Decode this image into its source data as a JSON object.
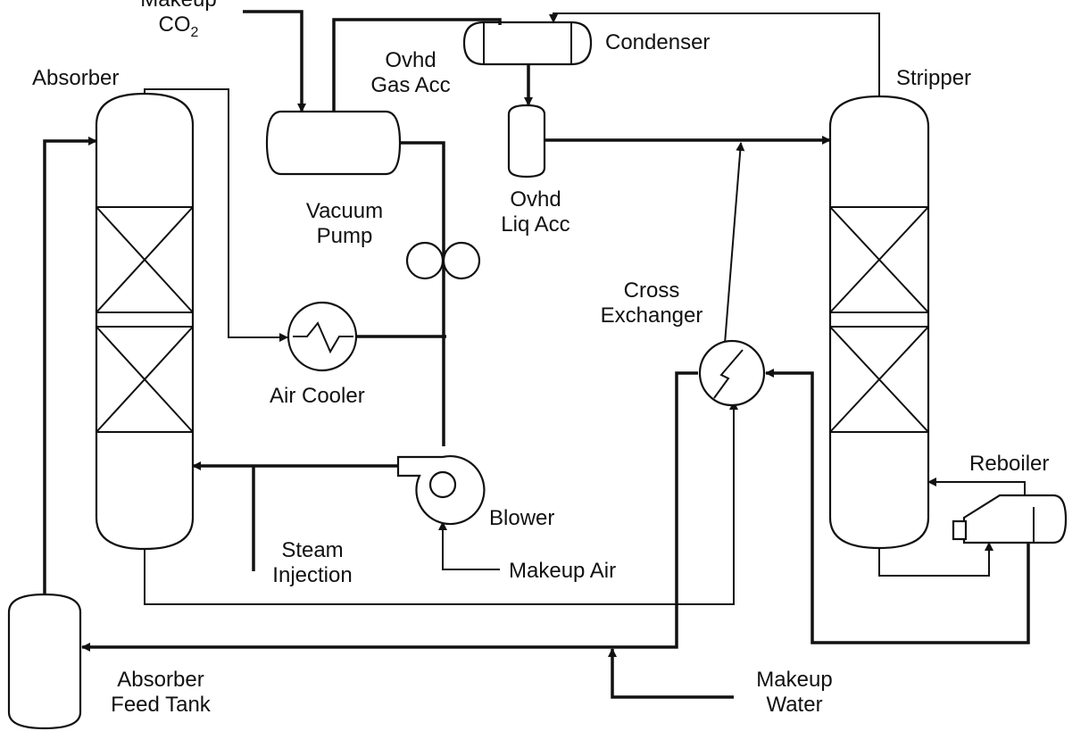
{
  "labels": {
    "makeup_co2_line1": "Makeup",
    "makeup_co2_line2": "CO",
    "makeup_co2_sub": "2",
    "condenser": "Condenser",
    "ovhd_gas_acc_line1": "Ovhd",
    "ovhd_gas_acc_line2": "Gas Acc",
    "absorber": "Absorber",
    "stripper": "Stripper",
    "vacuum_pump_line1": "Vacuum",
    "vacuum_pump_line2": "Pump",
    "ovhd_liq_acc_line1": "Ovhd",
    "ovhd_liq_acc_line2": "Liq Acc",
    "cross_exchanger_line1": "Cross",
    "cross_exchanger_line2": "Exchanger",
    "air_cooler": "Air Cooler",
    "reboiler": "Reboiler",
    "blower": "Blower",
    "steam_injection_line1": "Steam",
    "steam_injection_line2": "Injection",
    "makeup_air": "Makeup Air",
    "absorber_feed_tank_line1": "Absorber",
    "absorber_feed_tank_line2": "Feed Tank",
    "makeup_water_line1": "Makeup",
    "makeup_water_line2": "Water"
  }
}
